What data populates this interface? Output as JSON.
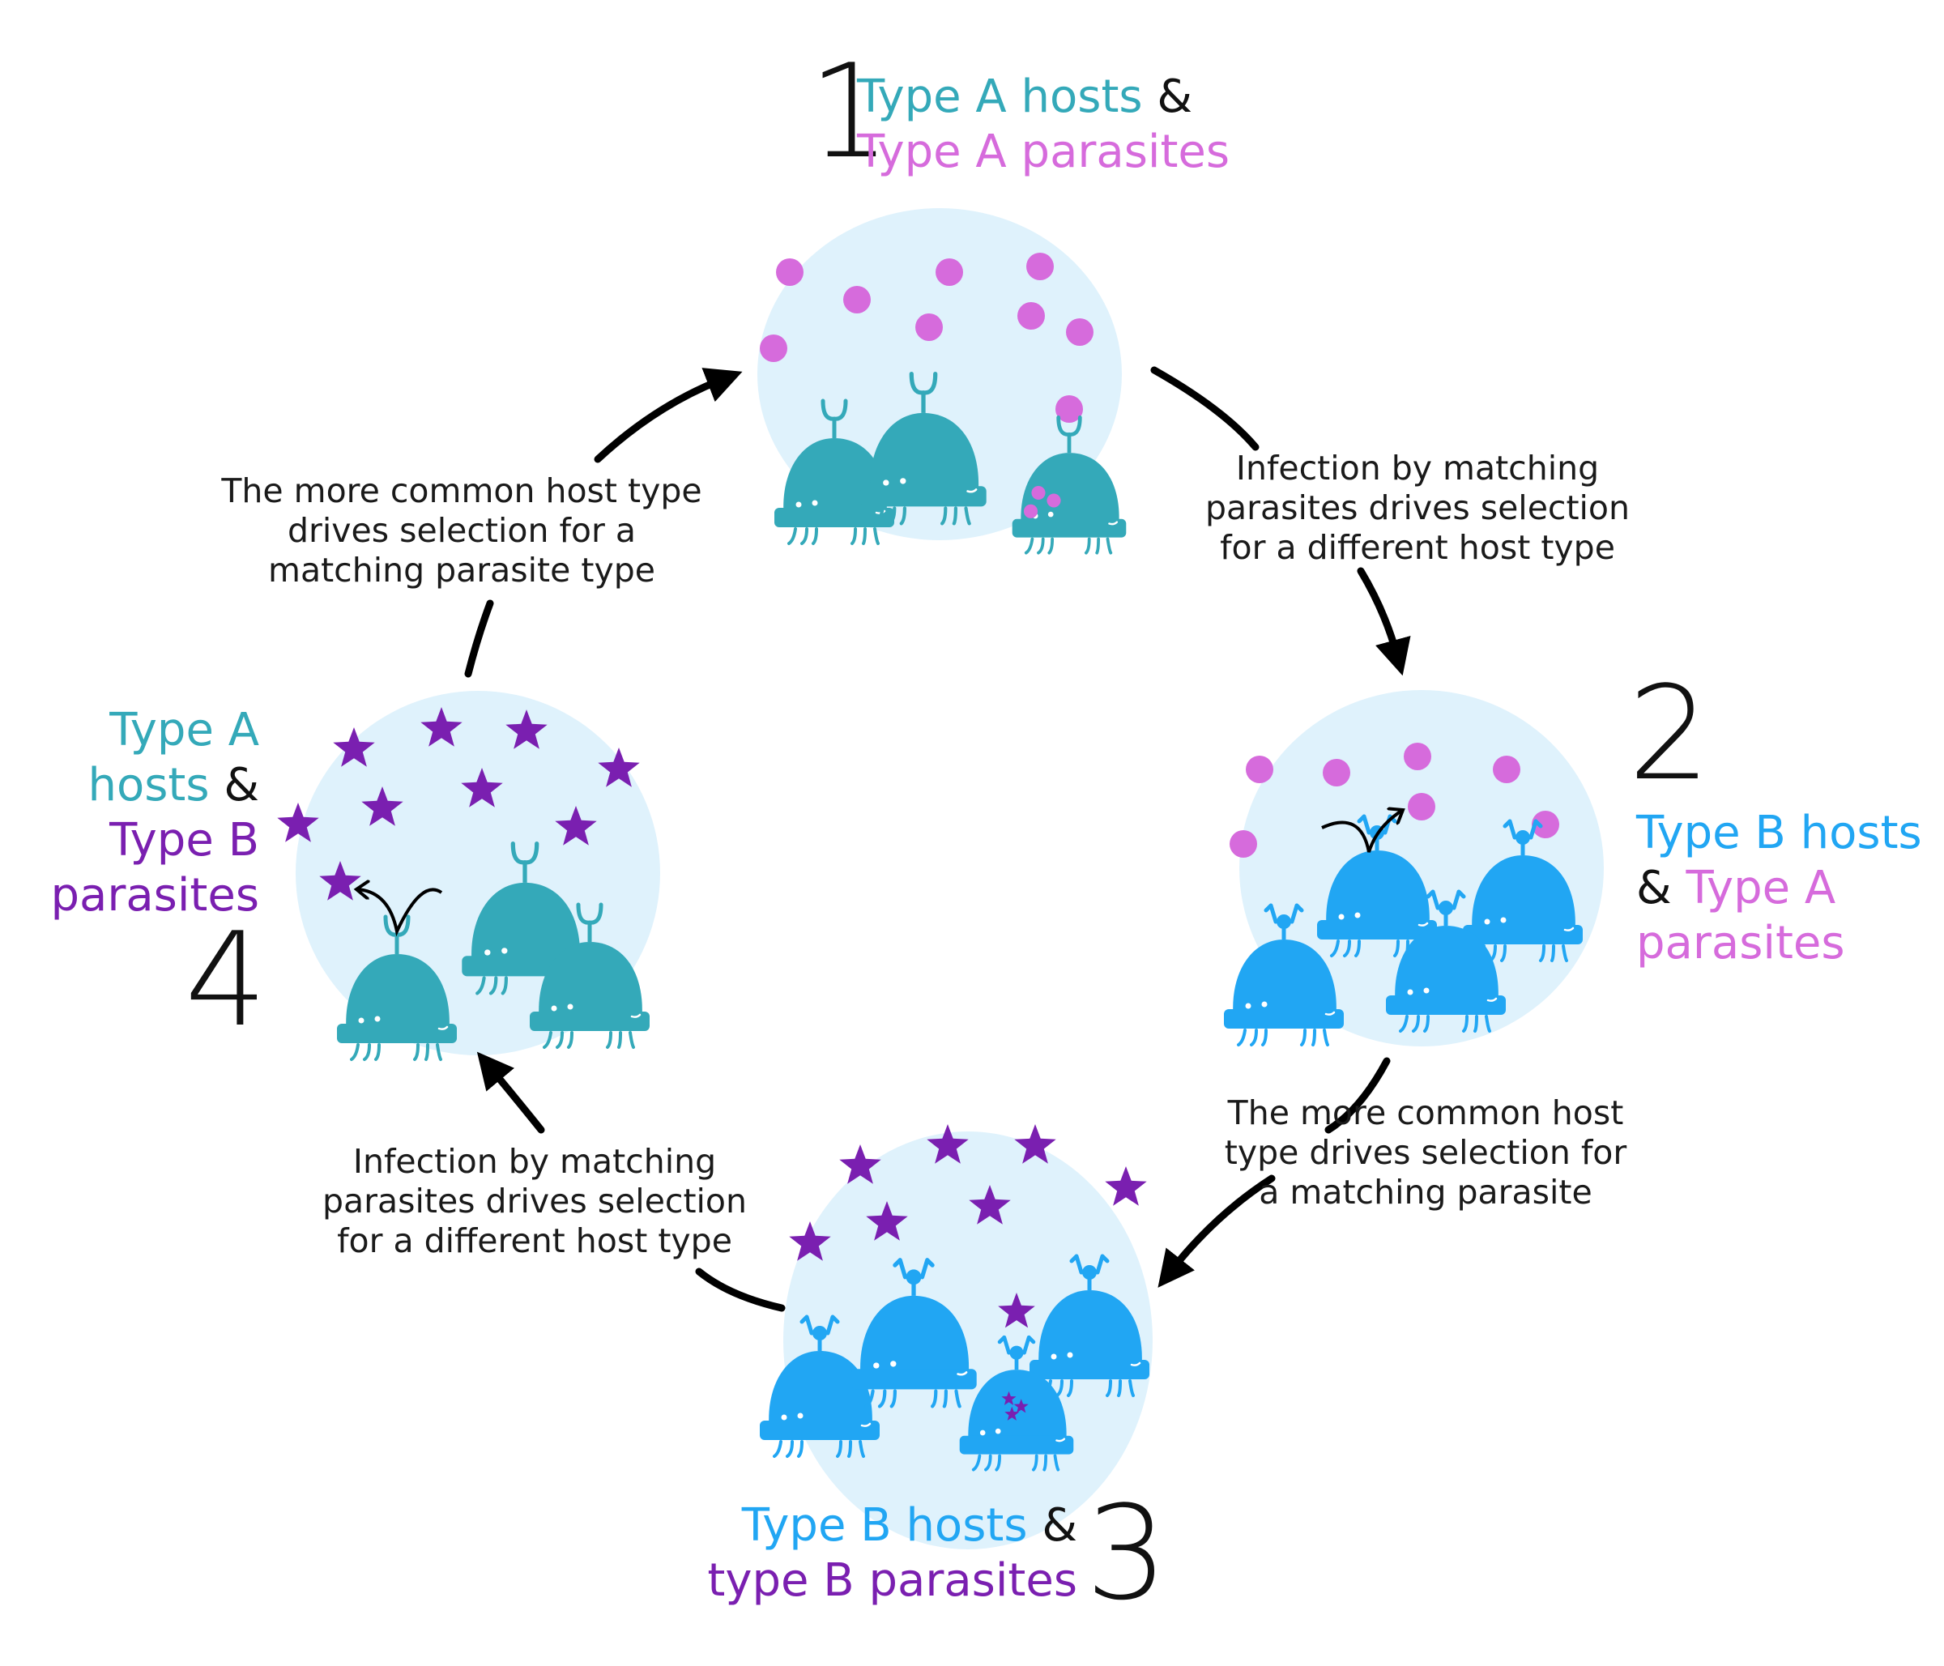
{
  "colors": {
    "type_a_host": "#34a9b9",
    "type_b_host": "#21a6f3",
    "type_a_parasite": "#d66bdc",
    "type_b_parasite": "#7a1fb0",
    "bubble": "#dff2fc",
    "arrow": "#000000",
    "text": "#1a1a1a"
  },
  "stages": [
    {
      "number": "1",
      "host_text": "Type A hosts",
      "amp": "&",
      "parasite_text": "Type A parasites",
      "host_type": "A",
      "parasite_type": "A",
      "parasite_shape": "circle-icon"
    },
    {
      "number": "2",
      "host_text": "Type B hosts",
      "amp": "&",
      "parasite_text": "Type A",
      "parasite_text_2": "parasites",
      "host_type": "B",
      "parasite_type": "A",
      "parasite_shape": "circle-icon"
    },
    {
      "number": "3",
      "host_text": "Type B hosts",
      "amp": "&",
      "parasite_text": "type B parasites",
      "host_type": "B",
      "parasite_type": "B",
      "parasite_shape": "star-icon"
    },
    {
      "number": "4",
      "host_text": "Type A",
      "host_text_2": "hosts",
      "amp": "&",
      "parasite_text": "Type B",
      "parasite_text_2": "parasites",
      "host_type": "A",
      "parasite_type": "B",
      "parasite_shape": "star-icon"
    }
  ],
  "transitions": [
    {
      "from": "1",
      "to": "2",
      "lines": [
        "Infection by matching",
        "parasites drives selection",
        "for a different host type"
      ]
    },
    {
      "from": "2",
      "to": "3",
      "lines": [
        "The more common host",
        "type drives selection for",
        "a matching parasite"
      ]
    },
    {
      "from": "3",
      "to": "4",
      "lines": [
        "Infection by matching",
        "parasites drives selection",
        "for a different host type"
      ]
    },
    {
      "from": "4",
      "to": "1",
      "lines": [
        "The more common host type",
        "drives selection for a",
        "matching parasite type"
      ]
    }
  ]
}
